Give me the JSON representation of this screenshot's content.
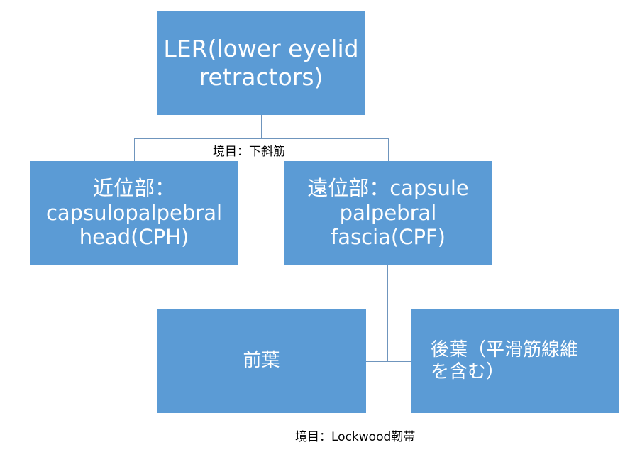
{
  "diagram": {
    "root": {
      "text": "LER(lower eyelid retractors)"
    },
    "boundary_top": "境目：下斜筋",
    "proximal": {
      "text_line1": "近位部：",
      "text_line2": "capsulopalpebral",
      "text_line3": "head(CPH)"
    },
    "distal": {
      "text_line1": "遠位部：capsule",
      "text_line2": "palpebral",
      "text_line3": "fascia(CPF)"
    },
    "anterior": {
      "text": "前葉"
    },
    "posterior": {
      "text_line1": "後葉（平滑筋線維",
      "text_line2": "を含む）"
    },
    "boundary_bottom": "境目：Lockwood靭帯",
    "colors": {
      "box_fill": "#5b9bd5",
      "box_text": "#ffffff",
      "connector": "#6f95bd"
    }
  }
}
